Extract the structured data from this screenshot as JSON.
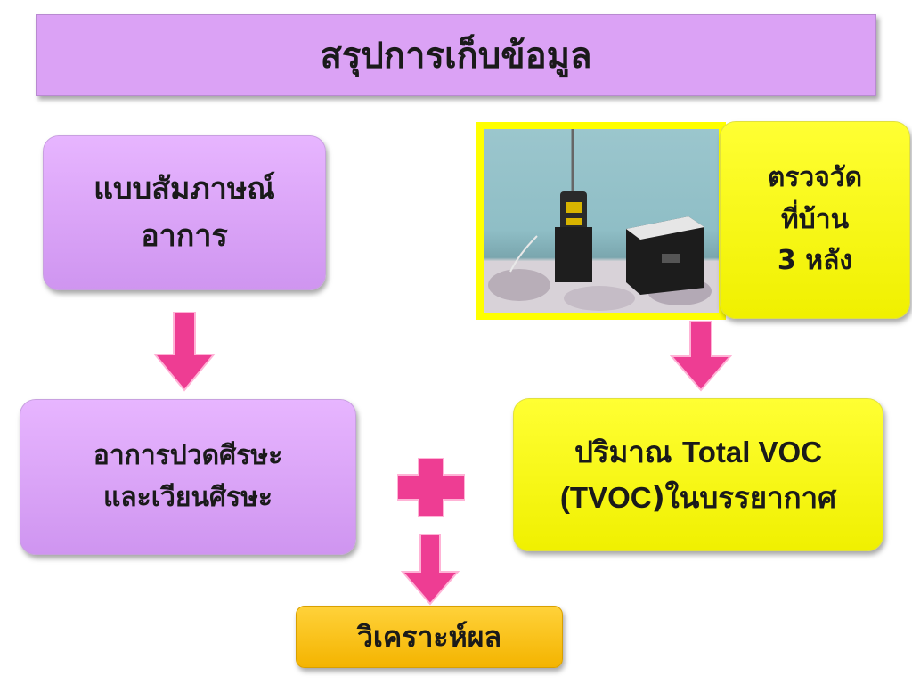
{
  "title": "สรุปการเก็บข้อมูล",
  "survey": {
    "line1": "แบบสัมภาษณ์",
    "line2": "อาการ"
  },
  "symptom": {
    "line1": "อาการปวดศีรษะ",
    "line2": "และเวียนศีรษะ"
  },
  "measure": {
    "line1": "ตรวจวัด",
    "line2": "ที่บ้าน",
    "line3": "3 หลัง"
  },
  "tvoc": {
    "prefix": "ปริมาณ ",
    "latin1": "Total VOC",
    "open": "(",
    "latin2": "TVOC",
    "suffix": ")ในบรรยากาศ"
  },
  "analyze": "วิเคราะห์ผล",
  "colors": {
    "purple": "#dba2f5",
    "yellow": "#ffff00",
    "orange": "#f4b400",
    "arrow": "#ee3d93"
  }
}
